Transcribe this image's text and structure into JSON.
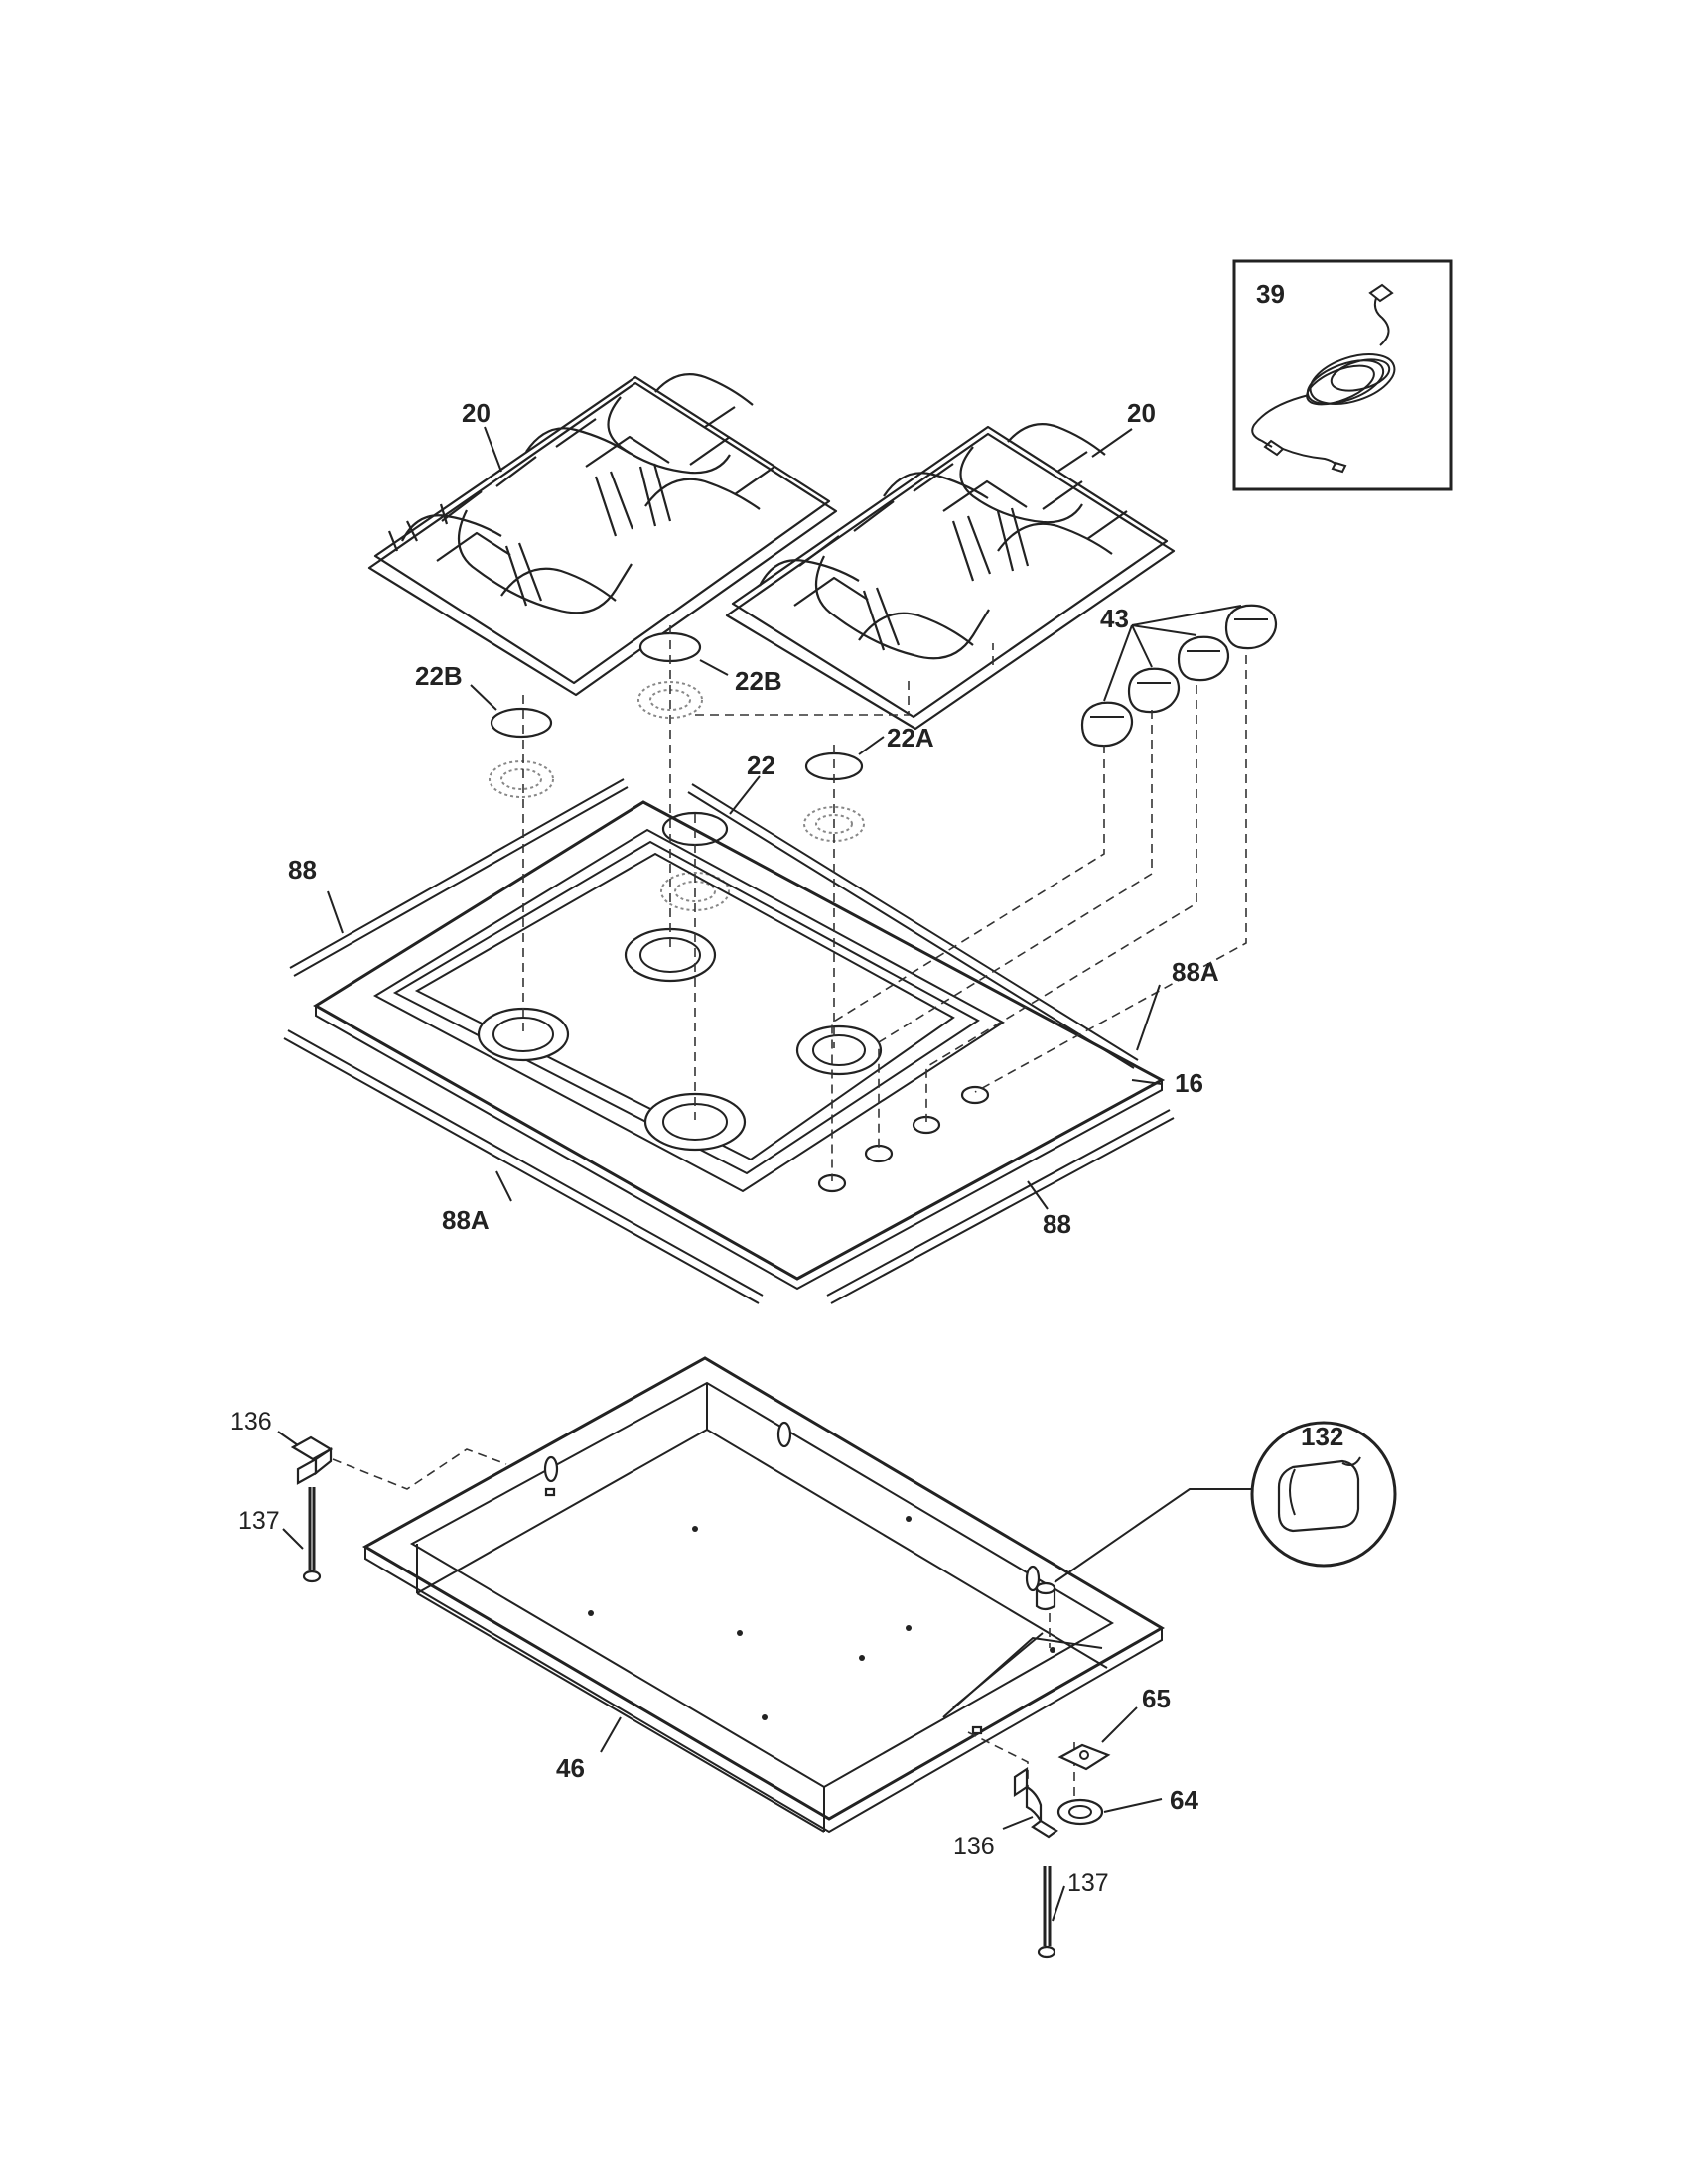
{
  "labels": {
    "grate_left": "20",
    "grate_right": "20",
    "cord_set": "39",
    "knobs": "43",
    "cap_22b_left": "22B",
    "cap_22b_center": "22B",
    "cap_22a": "22A",
    "cap_22": "22",
    "trim_88_top_left": "88",
    "trim_88a_right": "88A",
    "cooktop_16": "16",
    "trim_88a_bottom_left": "88A",
    "trim_88_bottom_right": "88",
    "bracket_136_top": "136",
    "screw_137_top": "137",
    "burner_box_46": "46",
    "inset_132": "132",
    "gasket_65": "65",
    "gasket_64": "64",
    "bracket_136_bottom": "136",
    "screw_137_bottom": "137"
  }
}
